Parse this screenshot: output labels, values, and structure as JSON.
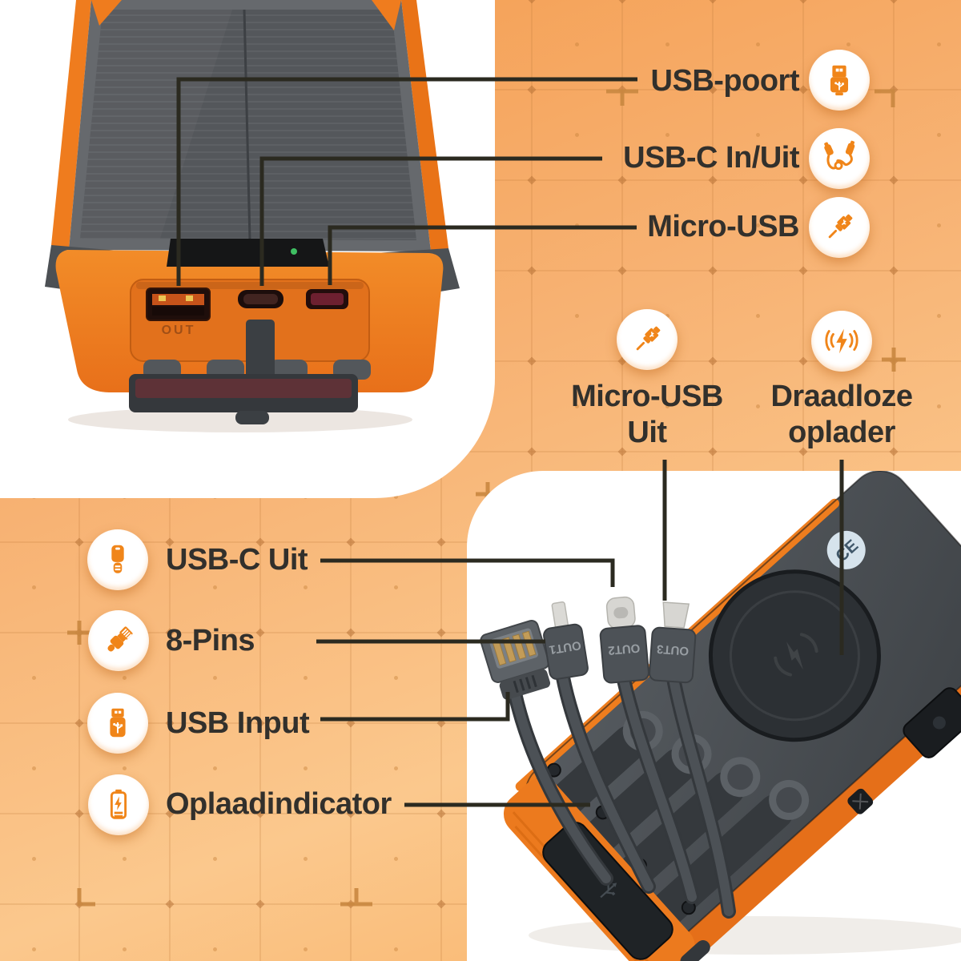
{
  "colors": {
    "accent_orange": "#f08519",
    "background_orange_dark": "#f49c4e",
    "background_orange_light": "#fbc88d",
    "label_text": "#32302c",
    "callout_line": "#2b2a20",
    "panel_white": "#ffffff",
    "product_grey": "#54575b",
    "product_orange": "#ee7c1e"
  },
  "callouts_top": [
    {
      "label": "USB-poort",
      "icon": "usb-plug-icon"
    },
    {
      "label": "USB-C In/Uit",
      "icon": "usb-c-cable-icon"
    },
    {
      "label": "Micro-USB",
      "icon": "micro-usb-cable-icon"
    }
  ],
  "callouts_middle": [
    {
      "line1": "Micro-USB",
      "line2": "Uit",
      "icon": "micro-usb-cable-icon"
    },
    {
      "line1": "Draadloze",
      "line2": "oplader",
      "icon": "wireless-charger-icon"
    }
  ],
  "callouts_bottom": [
    {
      "label": "USB-C Uit",
      "icon": "usb-c-plug-icon"
    },
    {
      "label": "8-Pins",
      "icon": "lightning-connector-icon"
    },
    {
      "label": "USB Input",
      "icon": "usb-stick-icon"
    },
    {
      "label": "Oplaadindicator",
      "icon": "battery-charging-icon"
    }
  ],
  "photo_top": {
    "port_label": "OUT"
  },
  "photo_bottom": {
    "ce_label": "CE",
    "cable_labels": [
      "OUT1",
      "OUT2",
      "OUT3"
    ]
  }
}
